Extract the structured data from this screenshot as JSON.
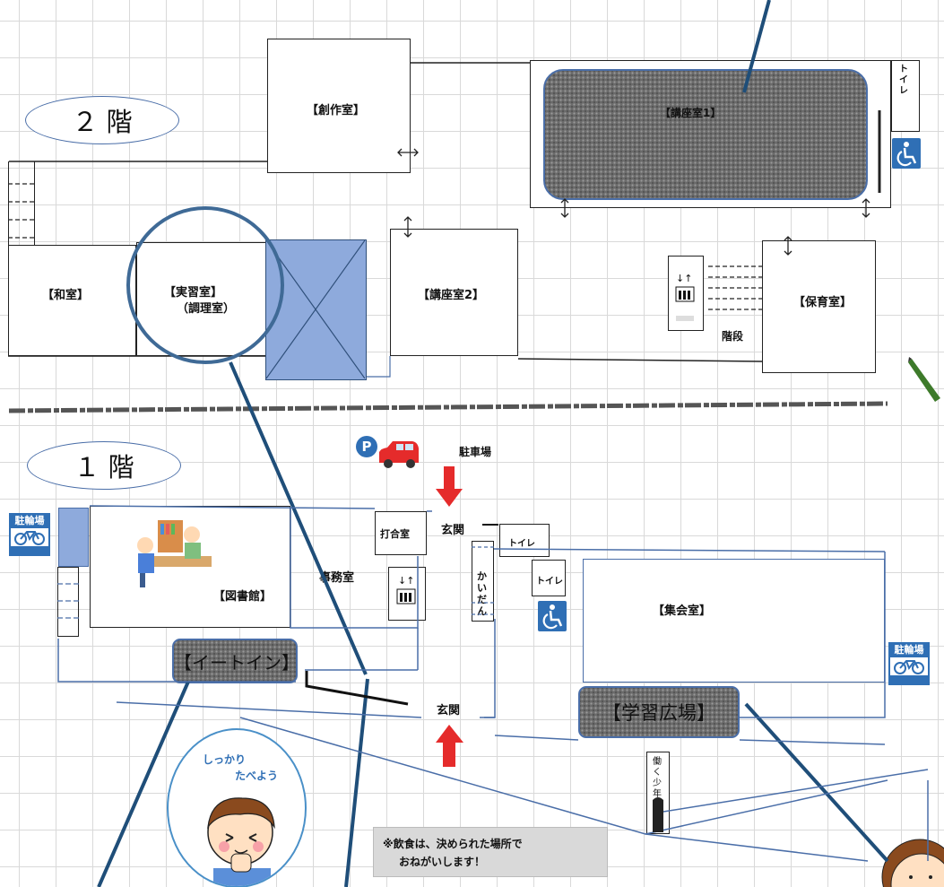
{
  "floors": {
    "second": "２ 階",
    "first": "１ 階"
  },
  "second_floor": {
    "sosaku": "【創作室】",
    "koza1": "【講座室1】",
    "koza2": "【講座室2】",
    "washitsu": "【和室】",
    "jisshu": "【実習室】",
    "chori": "（調理室）",
    "hoiku": "【保育室】",
    "kaidan": "階段",
    "toilet": "トイレ"
  },
  "first_floor": {
    "parking": "駐車場",
    "genkan_top": "玄関",
    "genkan_bottom": "玄関",
    "uchiawase": "打合室",
    "jimu": "事務室",
    "toshokan": "【図書館】",
    "kaidan_v": "かいだん",
    "toilet1": "トイレ",
    "toilet2": "トイレ",
    "shukai": "【集会室】",
    "eat_in": "【イートイン】",
    "gakushu": "【学習広場】",
    "bike_left": "駐輪場",
    "bike_right": "駐輪場",
    "statue": "働く少年の像"
  },
  "notice": {
    "line1": "※飲食は、決められた場所で",
    "line2": "おねがいします！"
  },
  "poster": {
    "line1": "しっかり",
    "line2": "たべよう"
  },
  "colors": {
    "accent_blue": "#2f6fb5",
    "void_blue": "#8eaadc",
    "arrow_red": "#e52b2b",
    "line_navy": "#1f4e79"
  },
  "icons": [
    "wheelchair-icon",
    "elevator-icon",
    "bicycle-icon",
    "parking-icon",
    "car-icon",
    "pencil-icon"
  ]
}
